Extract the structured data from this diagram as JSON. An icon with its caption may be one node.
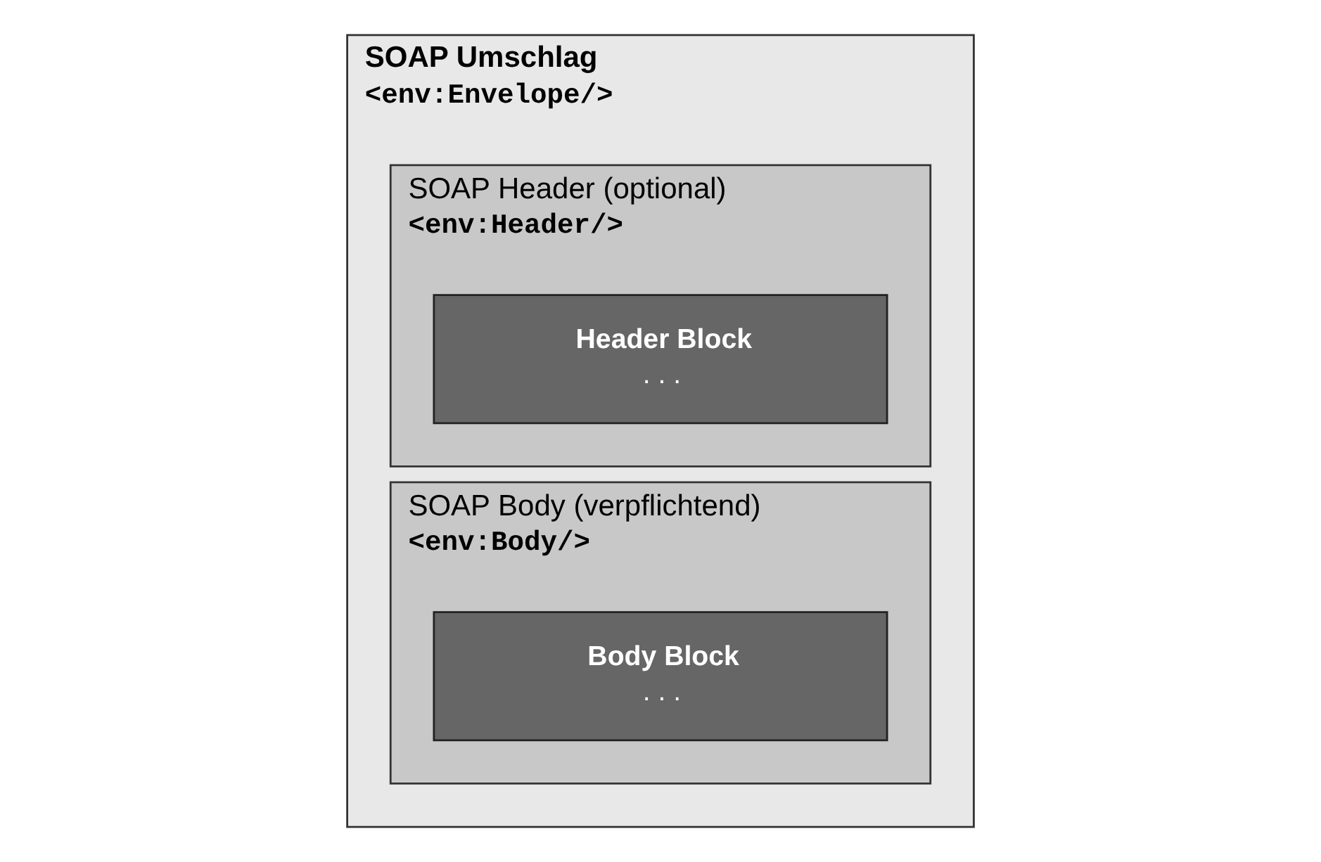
{
  "diagram": {
    "nodes": [
      {
        "text": [
          "SOAP Umschlag",
          "<env:Envelope/>"
        ]
      },
      {
        "text": [
          "SOAP Header (optional)",
          "<env:Header/>"
        ],
        "in": 0
      },
      {
        "text": [
          "Header Block",
          ". . ."
        ],
        "in": 1
      },
      {
        "text": [
          "SOAP Body (verpflichtend)",
          "<env:Body/>"
        ],
        "in": 0
      },
      {
        "text": [
          "Body Block",
          ". . ."
        ],
        "in": 3
      }
    ],
    "edges": []
  }
}
